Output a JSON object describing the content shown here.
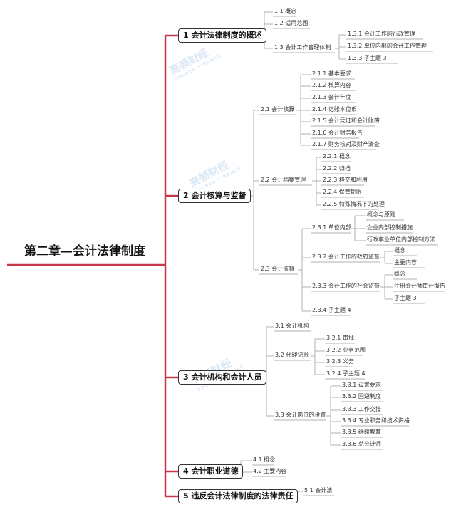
{
  "root": "第二章—会计法律制度",
  "watermark": {
    "text": "高顿财经",
    "sub": "GOLDEN FINANCE"
  },
  "colors": {
    "trunk": "#c8384a",
    "branch": "#b0b0b0",
    "box": "#333333"
  },
  "sections": [
    {
      "label": "1  会计法律制度的概述",
      "items": [
        {
          "label": "1.1  概念",
          "children": []
        },
        {
          "label": "1.2  适用范围",
          "children": []
        },
        {
          "label": "1.3  会计工作管理体制",
          "children": [
            {
              "label": "1.3.1  会计工作的行政管理"
            },
            {
              "label": "1.3.2  单位内部的会计工作管理"
            },
            {
              "label": "1.3.3  子主题 3"
            }
          ]
        }
      ]
    },
    {
      "label": "2  会计核算与监督",
      "items": [
        {
          "label": "2.1  会计核算",
          "children": [
            {
              "label": "2.1.1  基本要求"
            },
            {
              "label": "2.1.2  核算内容"
            },
            {
              "label": "2.1.3  会计年度"
            },
            {
              "label": "2.1.4  记账本位币"
            },
            {
              "label": "2.1.5  会计凭证和会计账簿"
            },
            {
              "label": "2.1.6  会计财务报告"
            },
            {
              "label": "2.1.7  财务核对及财产清查"
            }
          ]
        },
        {
          "label": "2.2  会计档案管理",
          "children": [
            {
              "label": "2.2.1  概念"
            },
            {
              "label": "2.2.2  归档"
            },
            {
              "label": "2.2.3  移交和利用"
            },
            {
              "label": "2.2.4  保管期限"
            },
            {
              "label": "2.2.5  特殊情况下的处理"
            }
          ]
        },
        {
          "label": "2.3  会计监督",
          "children": [
            {
              "label": "2.3.1  单位内部",
              "children": [
                "概念与原则",
                "企业内部控制措施",
                "行政事业单位内部控制方法"
              ]
            },
            {
              "label": "2.3.2  会计工作的政府监督",
              "children": [
                "概念",
                "主要内容"
              ]
            },
            {
              "label": "2.3.3  会计工作的社会监督",
              "children": [
                "概念",
                "注册会计师审计报告",
                "子主题 3"
              ]
            },
            {
              "label": "2.3.4  子主题 4",
              "children": []
            }
          ]
        }
      ]
    },
    {
      "label": "3  会计机构和会计人员",
      "items": [
        {
          "label": "3.1  会计机构",
          "children": []
        },
        {
          "label": "3.2  代理记账",
          "children": [
            {
              "label": "3.2.1  审批"
            },
            {
              "label": "3.2.2  业务范围"
            },
            {
              "label": "3.2.3  义务"
            },
            {
              "label": "3.2.4  子主题 4"
            }
          ]
        },
        {
          "label": "3.3  会计岗位的设置",
          "children": [
            {
              "label": "3.3.1  设置要求"
            },
            {
              "label": "3.3.2  回避制度"
            },
            {
              "label": "3.3.3  工作交接"
            },
            {
              "label": "3.3.4  专业职务和技术资格"
            },
            {
              "label": "3.3.5  继续教育"
            },
            {
              "label": "3.3.6  总会计师"
            }
          ]
        }
      ]
    },
    {
      "label": "4  会计职业道德",
      "items": [
        {
          "label": "4.1  概念",
          "children": []
        },
        {
          "label": "4.2  主要内容",
          "children": []
        }
      ]
    },
    {
      "label": "5  违反会计法律制度的法律责任",
      "items": [
        {
          "label": "5.1  会计法",
          "children": []
        }
      ]
    }
  ]
}
